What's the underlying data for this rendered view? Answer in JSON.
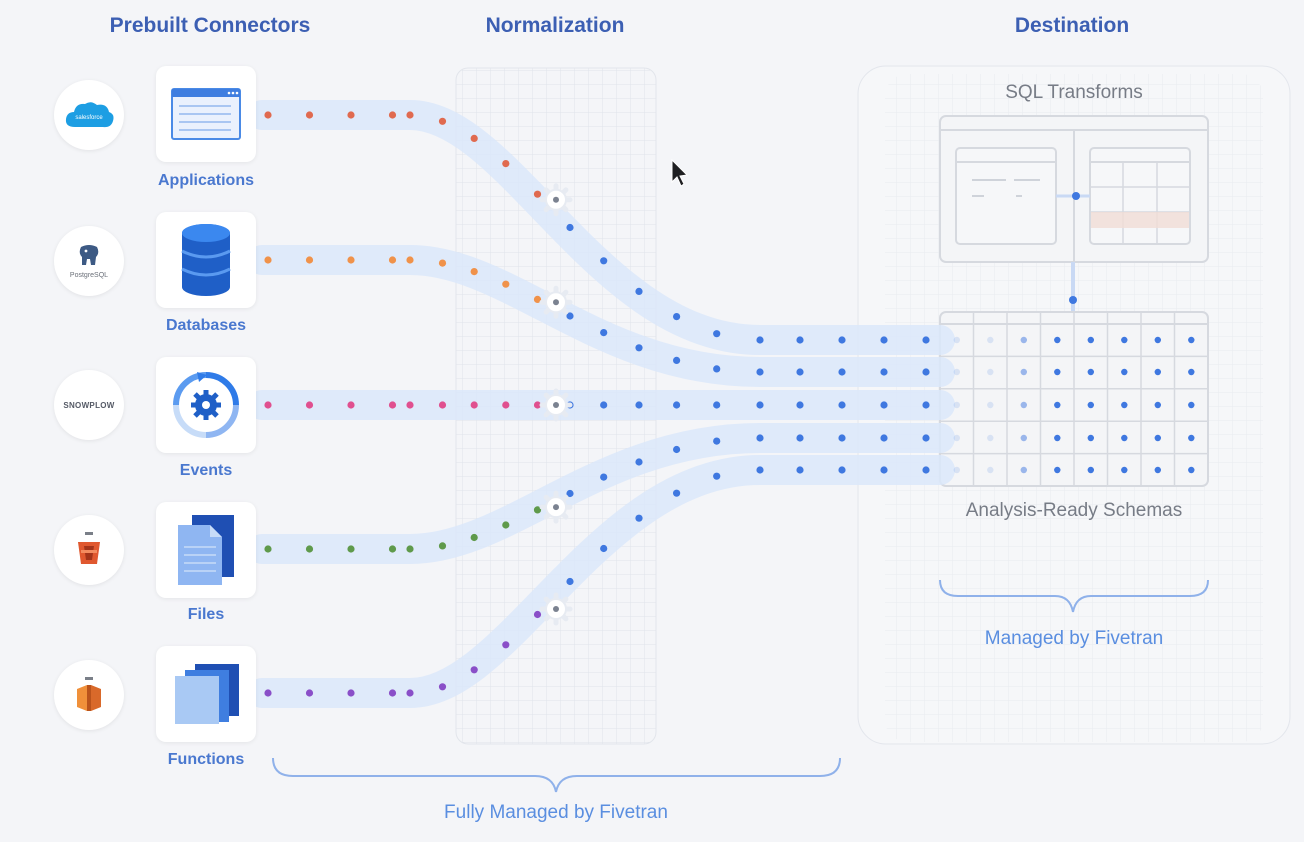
{
  "headers": {
    "connectors": "Prebuilt Connectors",
    "normalization": "Normalization",
    "destination": "Destination"
  },
  "sources": [
    {
      "logo": "salesforce",
      "logo_text": "salesforce",
      "label": "Applications",
      "icon": "application-window-icon",
      "dot_color": "#e06a4f"
    },
    {
      "logo": "postgresql",
      "logo_text": "PostgreSQL",
      "label": "Databases",
      "icon": "database-icon",
      "dot_color": "#f0924a"
    },
    {
      "logo": "snowplow",
      "logo_text": "SNOWPLOW",
      "label": "Events",
      "icon": "event-gear-icon",
      "dot_color": "#e0508f"
    },
    {
      "logo": "aws-s3",
      "logo_text": "",
      "label": "Files",
      "icon": "files-icon",
      "dot_color": "#5f9a4b"
    },
    {
      "logo": "aws-lambda",
      "logo_text": "",
      "label": "Functions",
      "icon": "functions-icon",
      "dot_color": "#8a4fc8"
    }
  ],
  "destination": {
    "sql_transforms": "SQL Transforms",
    "schemas": "Analysis-Ready Schemas",
    "managed": "Managed  by Fivetran"
  },
  "footer": {
    "fully_managed": "Fully Managed by Fivetran"
  },
  "colors": {
    "accent": "#3c5fb3",
    "label_blue": "#4a78cf",
    "flow_dot": "#3f78e0",
    "band": "#dbe7fa"
  }
}
